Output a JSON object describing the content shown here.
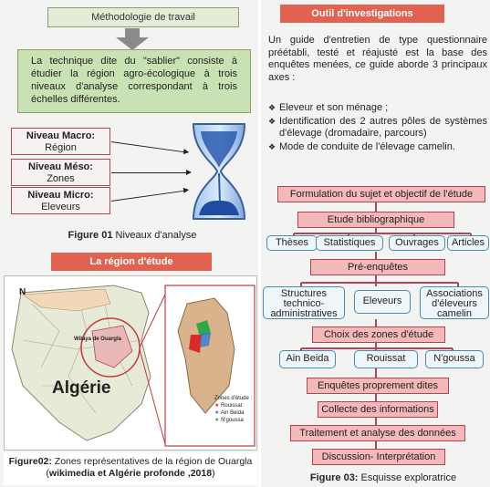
{
  "left": {
    "methodology_title": "Méthodologie de travail",
    "technique_text": "La technique dite du \"sablier\" consiste à étudier la région agro-écologique à trois niveaux d'analyse correspondant à trois échelles différentes.",
    "levels": [
      {
        "name": "Niveau Macro:",
        "value": "Région"
      },
      {
        "name": "Niveau Méso:",
        "value": "Zones"
      },
      {
        "name": "Niveau Micro:",
        "value": "Eleveurs"
      }
    ],
    "figure1_caption_bold": "Figure 01",
    "figure1_caption_text": " Niveaux d'analyse",
    "region_banner": "La région d'étude",
    "map": {
      "country_label": "Algérie",
      "wilaya_label": "Wilaya de Ouargla",
      "north_label": "N",
      "legend_title": "Zones d'étude :",
      "legend_items": [
        {
          "label": "Rouissat",
          "color": "#d92b2b"
        },
        {
          "label": "Ain Beida",
          "color": "#2e7bd6"
        },
        {
          "label": "N'goussa",
          "color": "#2ea84b"
        }
      ]
    },
    "figure2_caption_bold": "Figure02:",
    "figure2_caption_text": " Zones représentatives de la région de Ouargla (",
    "figure2_caption_source": "wikimedia et Algérie profonde ,2018",
    "figure2_caption_end": ")"
  },
  "right": {
    "outil_banner": "Outil d'investigations",
    "guide_text": "Un guide d'entretien de type questionnaire préétabli, testé et réajusté est la base des enquêtes menées, ce guide aborde 3 principaux axes :",
    "axes": [
      "Eleveur et son ménage ;",
      "Identification des 2 autres pôles de systèmes d'élevage (dromadaire, parcours)",
      "Mode de conduite de l'élevage camelin."
    ],
    "flow": {
      "formulation": "Formulation du sujet et objectif de l'étude",
      "etude_biblio": "Etude bibliographique",
      "biblio_items": [
        "Thèses",
        "Statistiques",
        "Ouvrages",
        "Articles"
      ],
      "pre_enquetes": "Pré-enquêtes",
      "pre_items": [
        "Structures technico-administratives",
        "Eleveurs",
        "Associations d'éleveurs camelin"
      ],
      "choix_zones": "Choix des zones d'étude",
      "zones": [
        "Ain Beida",
        "Rouissat",
        "N'goussa"
      ],
      "enquetes": "Enquêtes proprement dites",
      "collecte": "Collecte des informations",
      "traitement": "Traitement et analyse des données",
      "discussion": "Discussion- Interprétation"
    },
    "figure3_caption_bold": "Figure 03:",
    "figure3_caption_text": " Esquisse exploratrice"
  },
  "colors": {
    "banner": "#e16250",
    "flow_box": "#f3b8b8",
    "flow_border": "#b0455a",
    "round_border": "#4b8ca8",
    "technique_bg": "#c9e2b3"
  }
}
